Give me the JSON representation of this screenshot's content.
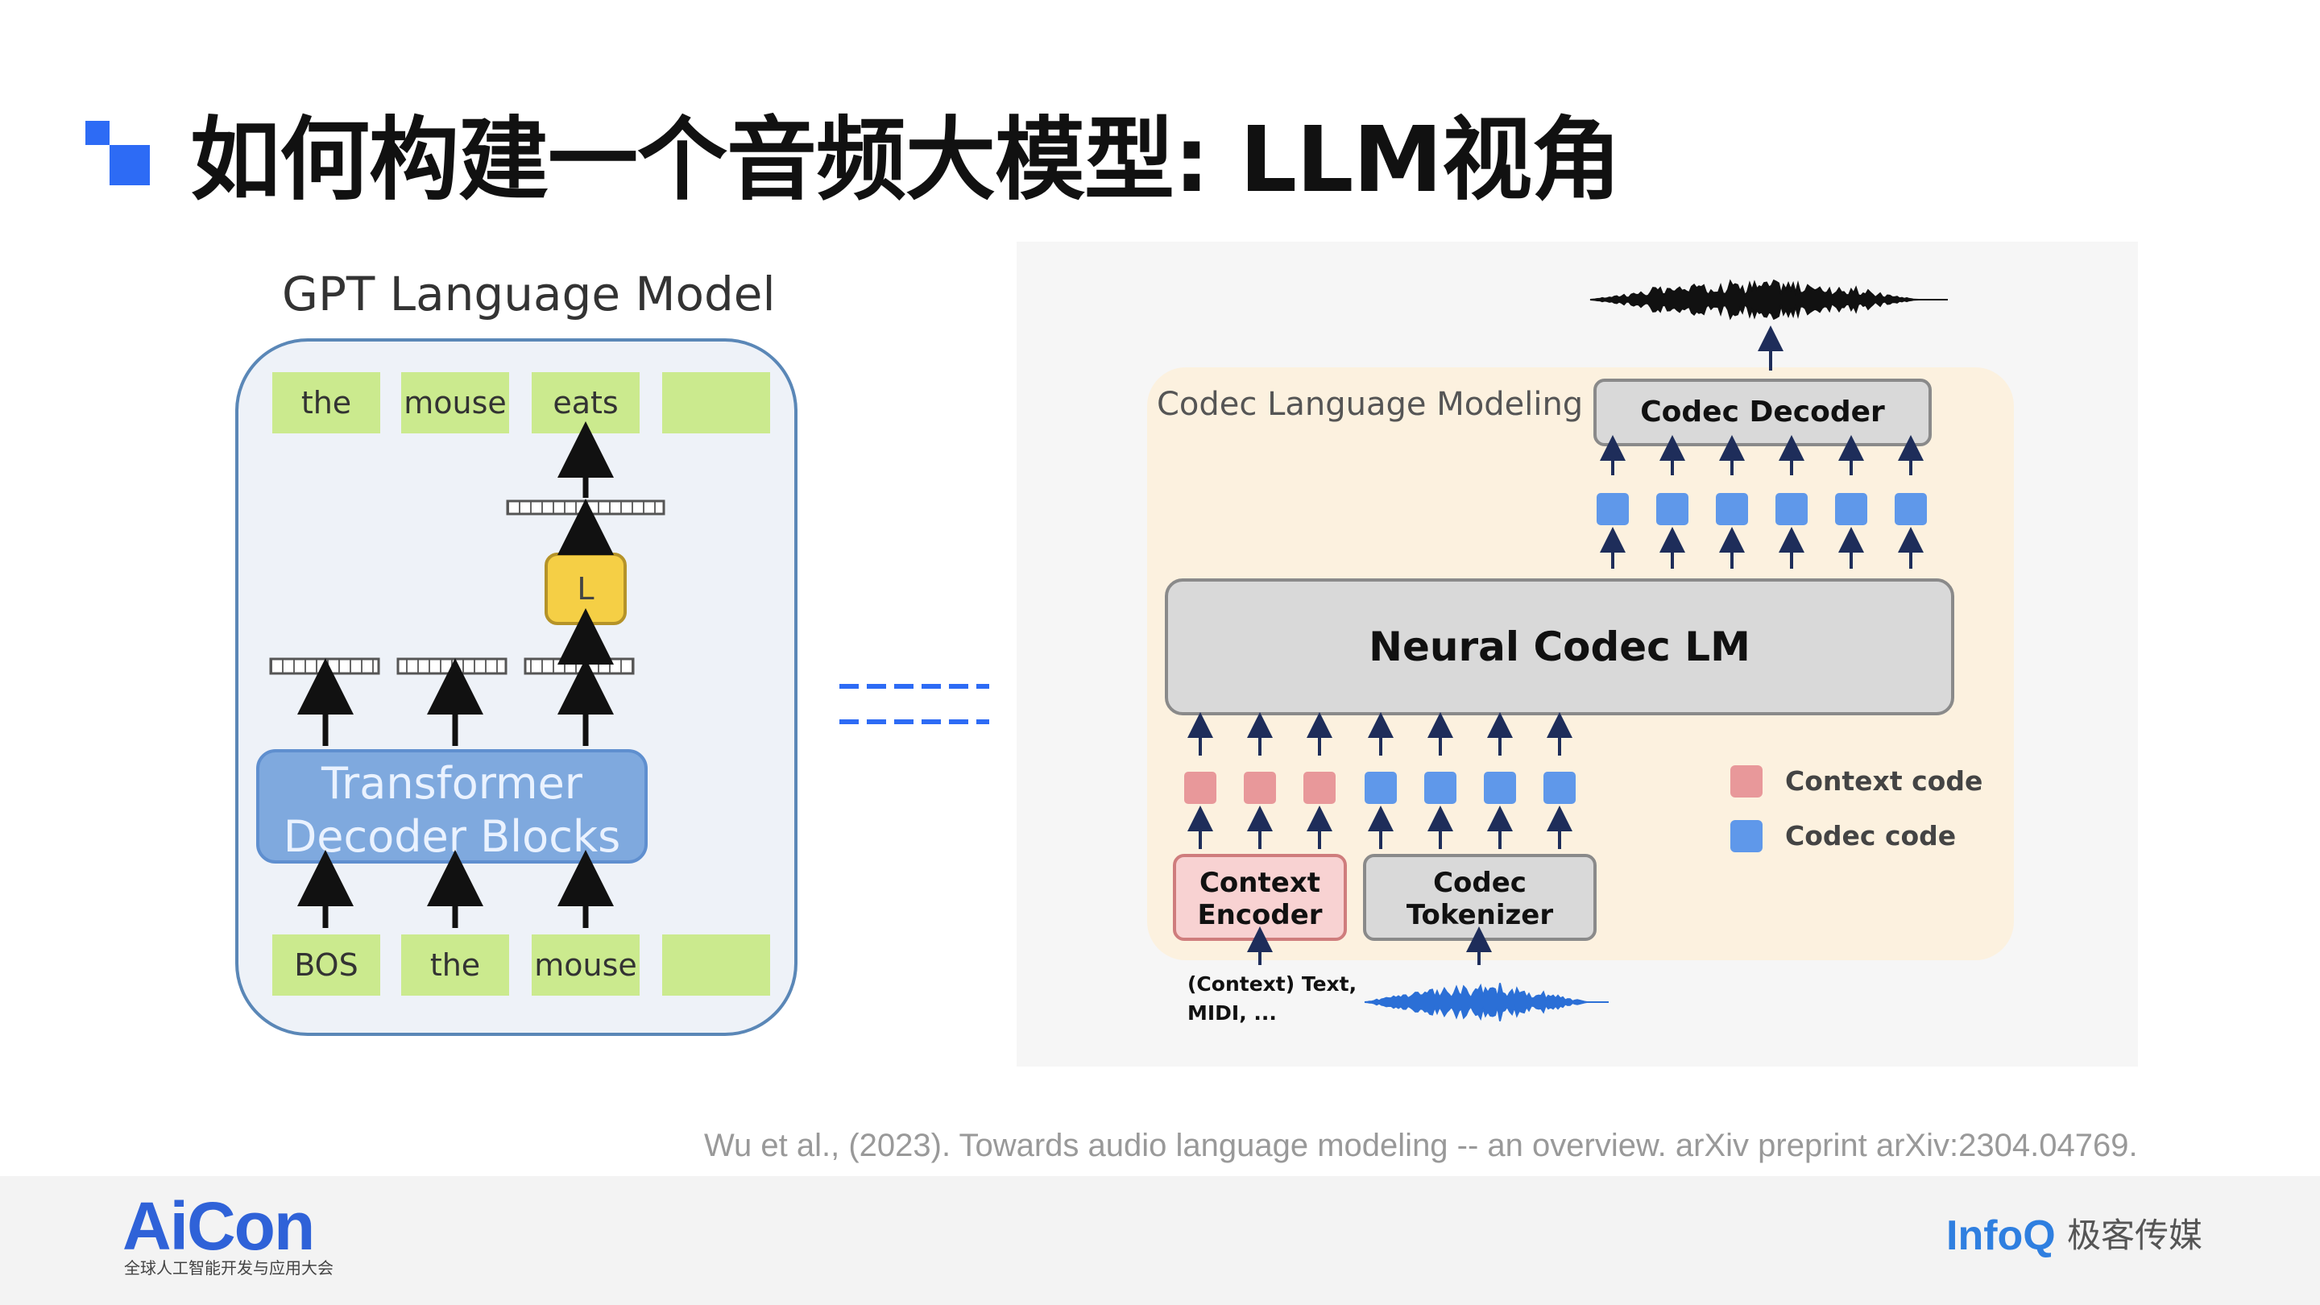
{
  "title": "如何构建一个音频大模型: LLM视角",
  "left_diagram": {
    "label": "GPT Language Model",
    "output_tokens": [
      "the",
      "mouse",
      "eats",
      ""
    ],
    "input_tokens": [
      "BOS",
      "the",
      "mouse",
      ""
    ],
    "block_line1": "Transformer",
    "block_line2": "Decoder Blocks",
    "head_label": "L"
  },
  "right_diagram": {
    "panel_label": "Codec Language Modeling",
    "decoder_label": "Codec Decoder",
    "lm_label": "Neural Codec LM",
    "context_encoder_line1": "Context",
    "context_encoder_line2": "Encoder",
    "tokenizer_line1": "Codec",
    "tokenizer_line2": "Tokenizer",
    "context_input_line1": "(Context) Text,",
    "context_input_line2": "MIDI, ...",
    "legend": [
      {
        "label": "Context code",
        "color": "#e8989a"
      },
      {
        "label": "Codec code",
        "color": "#5f98ea"
      }
    ]
  },
  "citation": "Wu et al., (2023). Towards audio language modeling -- an overview. arXiv preprint arXiv:2304.04769.",
  "footer": {
    "aicon_logo": "AiCon",
    "aicon_sub": "全球人工智能开发与应用大会",
    "infoq_logo": "InfoQ",
    "infoq_cn": "极客传媒"
  },
  "colors": {
    "accent": "#2d6bf5",
    "token_green": "#cbea8e",
    "block_blue": "#7fa9de",
    "context_pink": "#e8989a",
    "codec_blue": "#5f98ea"
  }
}
